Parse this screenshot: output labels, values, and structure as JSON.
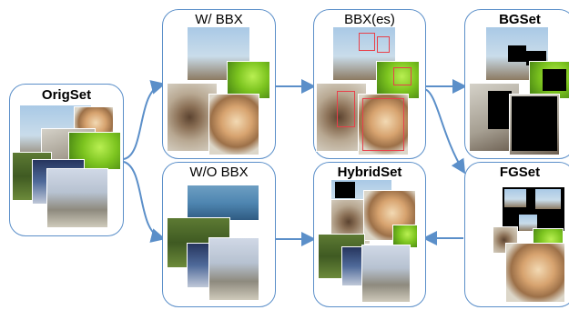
{
  "boxes": {
    "orig": {
      "label": "OrigSet"
    },
    "wbbx": {
      "label": "W/ BBX"
    },
    "bbxes": {
      "label": "BBX(es)"
    },
    "bgset": {
      "label": "BGSet"
    },
    "wobbx": {
      "label": "W/O BBX"
    },
    "hybrid": {
      "label": "HybridSet"
    },
    "fgset": {
      "label": "FGSet"
    }
  },
  "colors": {
    "box_border": "#5b8fc9",
    "arrow": "#5b8fc9",
    "bbox": "#e8404a",
    "mask": "#000000"
  }
}
